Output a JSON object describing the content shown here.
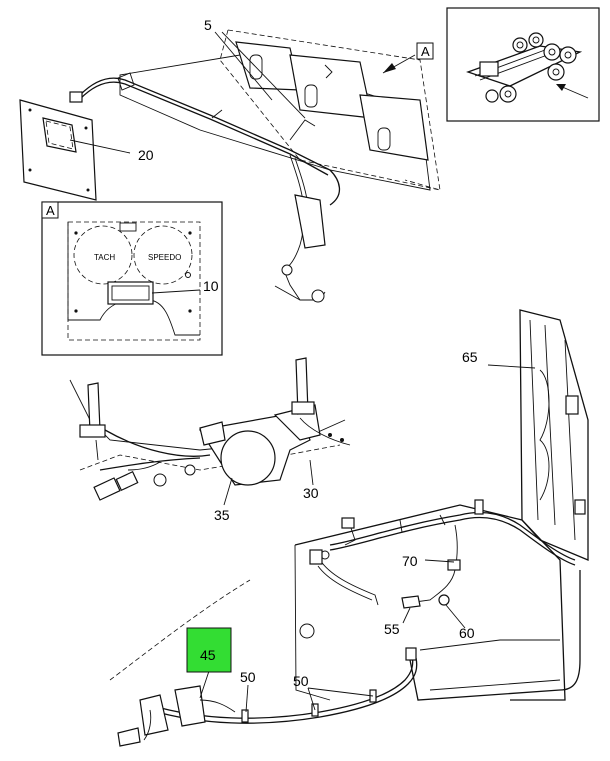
{
  "callouts": {
    "c5": "5",
    "c20": "20",
    "c10": "10",
    "c65": "65",
    "c35": "35",
    "c30": "30",
    "c70": "70",
    "c55": "55",
    "c60": "60",
    "c45": "45",
    "c50a": "50",
    "c50b": "50"
  },
  "view_ref": {
    "main": "A",
    "detail": "A"
  },
  "gauges": {
    "tach": "TACH",
    "speedo": "SPEEDO"
  },
  "colors": {
    "highlight": "#33dd33",
    "line": "#111111"
  }
}
